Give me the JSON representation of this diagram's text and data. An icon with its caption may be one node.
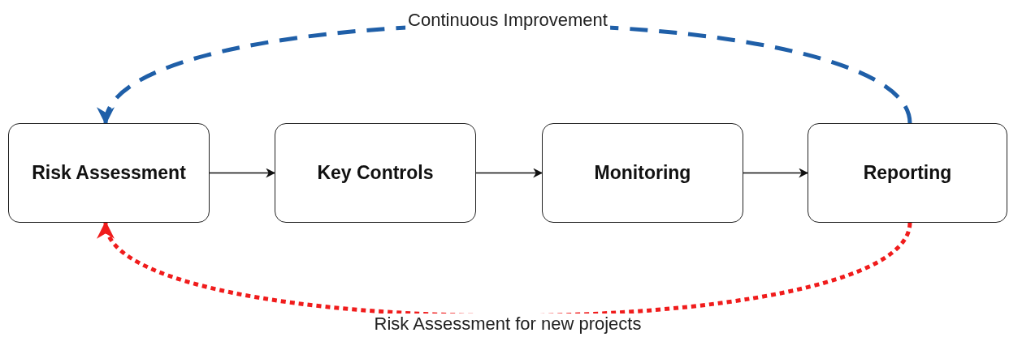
{
  "diagram": {
    "nodes": [
      {
        "text": [
          "Risk Assessment"
        ]
      },
      {
        "text": [
          "Key Controls"
        ]
      },
      {
        "text": [
          "Monitoring"
        ]
      },
      {
        "text": [
          "Reporting"
        ]
      }
    ],
    "edges": [
      {
        "from": 0,
        "to": 1,
        "arrow": "to"
      },
      {
        "from": 1,
        "to": 2,
        "arrow": "to"
      },
      {
        "from": 2,
        "to": 3,
        "arrow": "to"
      },
      {
        "from": 3,
        "to": 0,
        "arrow": "to",
        "label": "Continuous Improvement",
        "style": "dashed",
        "color": "#1f5fa8"
      },
      {
        "from": 3,
        "to": 0,
        "arrow": "to",
        "label": "Risk Assessment for new projects",
        "style": "dashed",
        "color": "#f01c1c"
      }
    ]
  }
}
